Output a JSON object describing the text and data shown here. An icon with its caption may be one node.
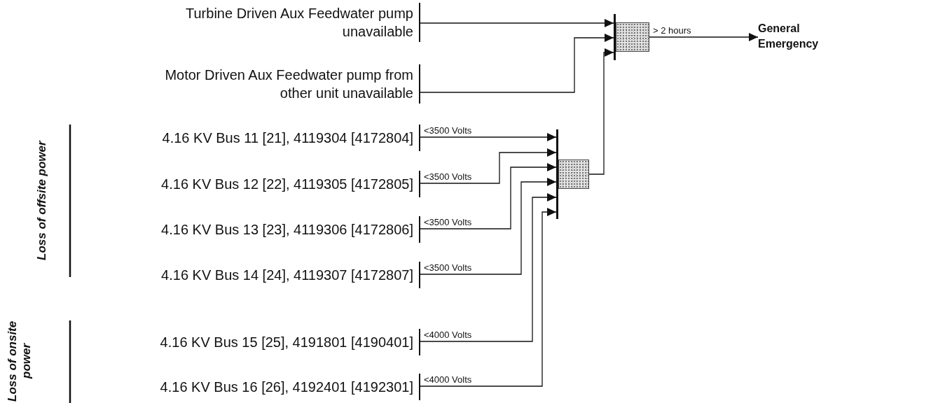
{
  "diagram": {
    "nodes": [
      {
        "text": [
          "Turbine Driven Aux Feedwater pump unavailable"
        ]
      },
      {
        "text": [
          "Motor Driven Aux Feedwater pump from other unit unavailable"
        ]
      },
      {
        "text": [
          "4.16 KV Bus 11 [21], 4119304 [4172804]"
        ]
      },
      {
        "text": [
          "4.16 KV Bus 12 [22], 4119305 [4172805]"
        ]
      },
      {
        "text": [
          "4.16 KV Bus 13 [23], 4119306 [4172806]"
        ]
      },
      {
        "text": [
          "4.16 KV Bus 14 [24], 4119307 [4172807]"
        ]
      },
      {
        "text": [
          "4.16 KV Bus 15 [25], 4191801 [4190401]"
        ]
      },
      {
        "text": [
          "4.16 KV Bus 16 [26], 4192401 [4192301]"
        ]
      },
      {
        "text": [],
        "shape": "box"
      },
      {
        "text": [],
        "shape": "box"
      },
      {
        "text": [
          "General Emergency"
        ]
      }
    ],
    "edges": [
      {
        "from": 0,
        "to": 8,
        "arrow": "to"
      },
      {
        "from": 1,
        "to": 8,
        "arrow": "to"
      },
      {
        "from": 9,
        "to": 8,
        "arrow": "to"
      },
      {
        "from": 2,
        "to": 9,
        "arrow": "to",
        "label": "<3500 Volts"
      },
      {
        "from": 3,
        "to": 9,
        "arrow": "to",
        "label": "<3500 Volts"
      },
      {
        "from": 4,
        "to": 9,
        "arrow": "to",
        "label": "<3500 Volts"
      },
      {
        "from": 5,
        "to": 9,
        "arrow": "to",
        "label": "<3500 Volts"
      },
      {
        "from": 6,
        "to": 9,
        "arrow": "to",
        "label": "<4000 Volts"
      },
      {
        "from": 7,
        "to": 9,
        "arrow": "to",
        "label": "<4000 Volts"
      },
      {
        "from": 8,
        "to": 10,
        "arrow": "to",
        "label": "> 2 hours"
      }
    ],
    "labels": [
      "Loss of offsite power",
      "Loss of onsite power"
    ]
  }
}
